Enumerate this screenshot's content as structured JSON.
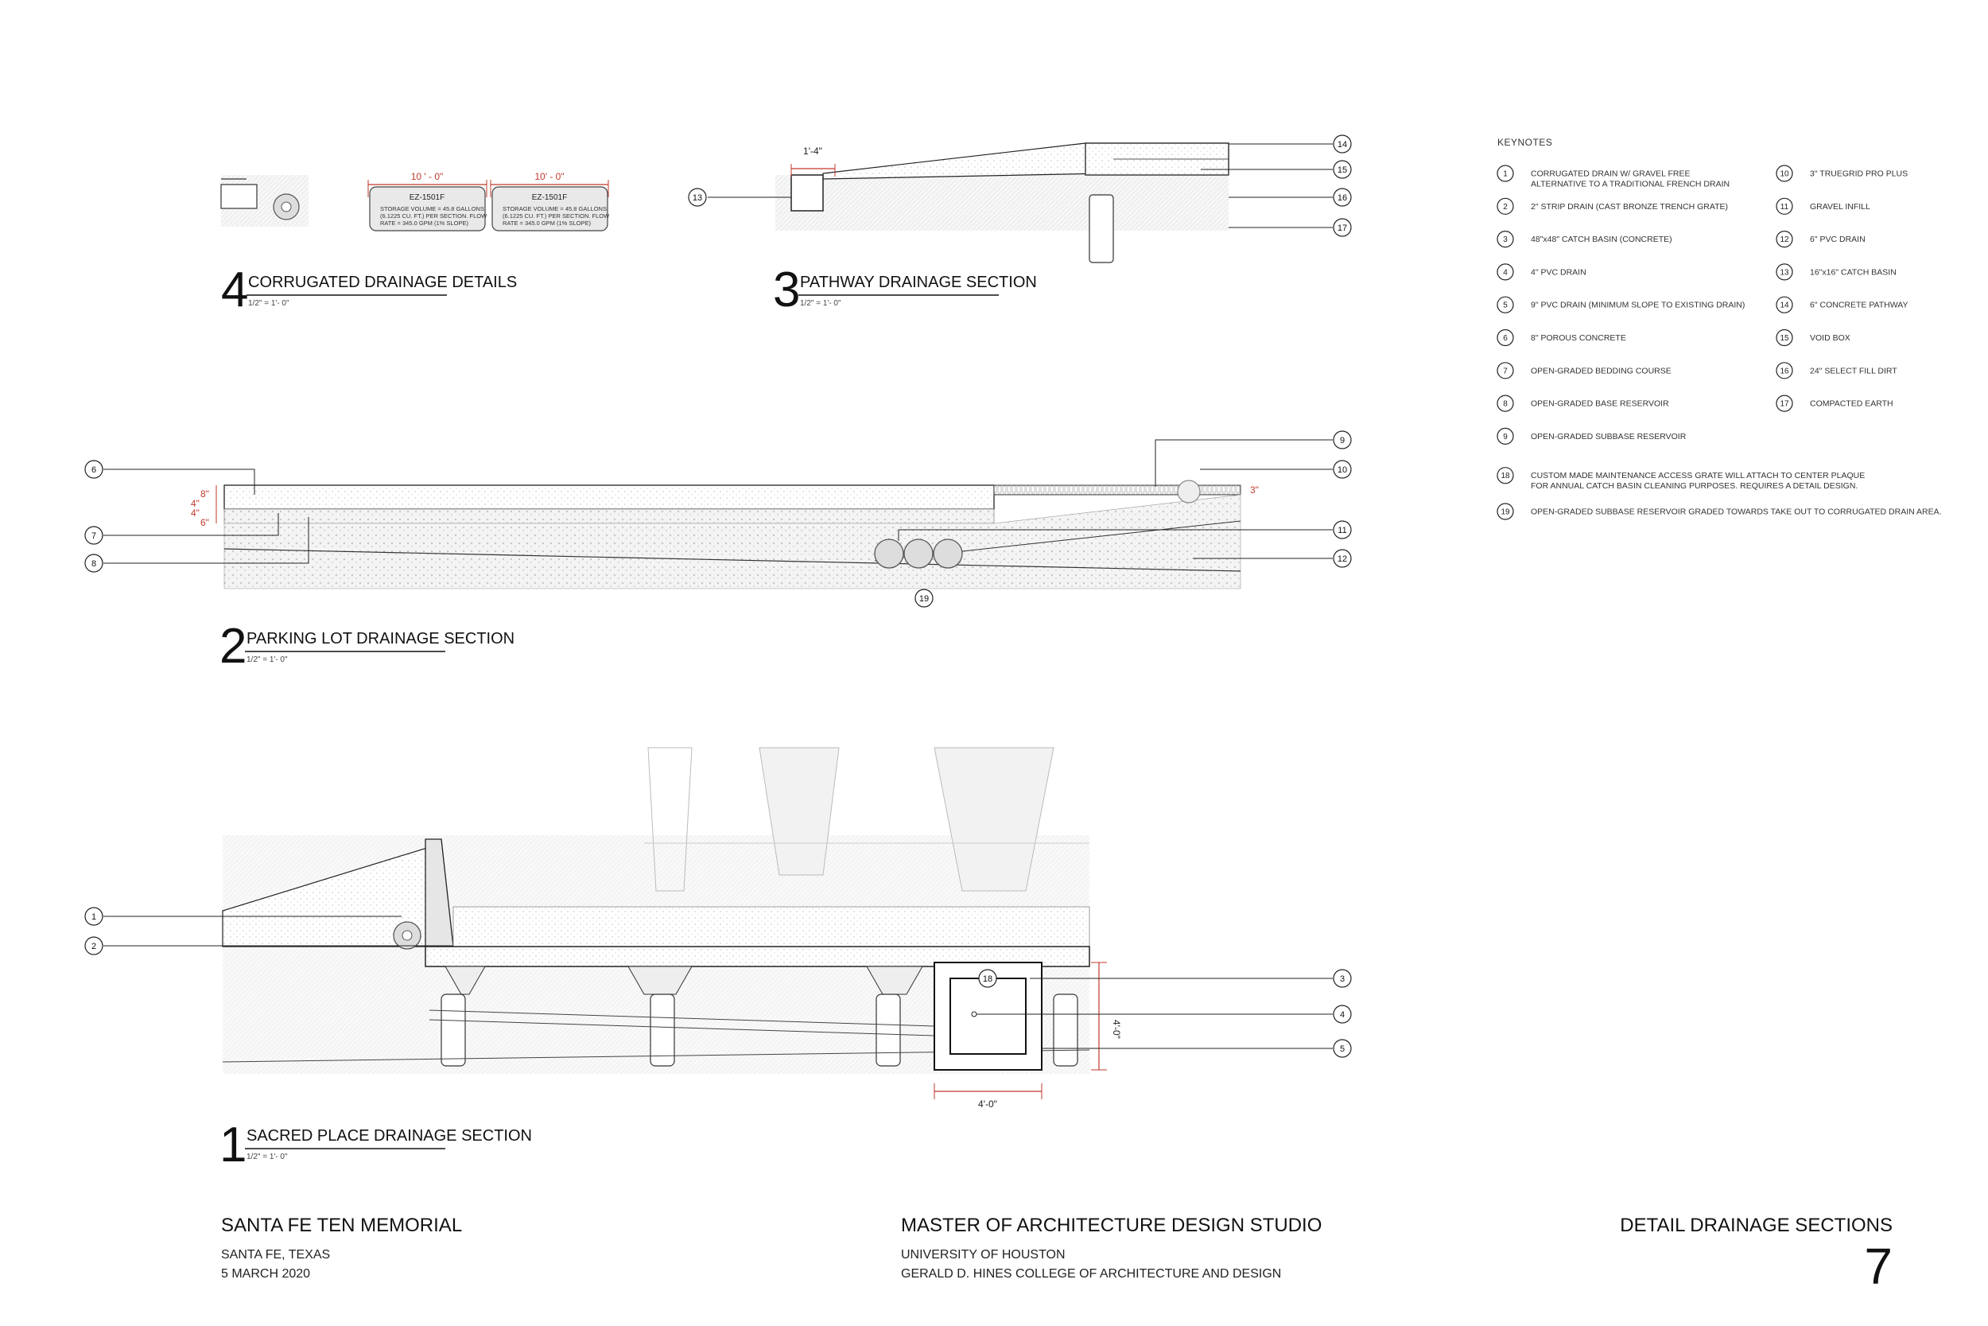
{
  "keynotes": {
    "title": "KEYNOTES",
    "items": [
      {
        "n": "1",
        "text": [
          "CORRUGATED DRAIN W/ GRAVEL FREE",
          "ALTERNATIVE TO A TRADITIONAL FRENCH DRAIN"
        ]
      },
      {
        "n": "2",
        "text": [
          "2\" STRIP DRAIN (CAST BRONZE TRENCH GRATE)"
        ]
      },
      {
        "n": "3",
        "text": [
          "48\"x48\" CATCH BASIN (CONCRETE)"
        ]
      },
      {
        "n": "4",
        "text": [
          "4\" PVC DRAIN"
        ]
      },
      {
        "n": "5",
        "text": [
          "9\" PVC DRAIN (MINIMUM SLOPE TO EXISTING DRAIN)"
        ]
      },
      {
        "n": "6",
        "text": [
          "8\" POROUS CONCRETE"
        ]
      },
      {
        "n": "7",
        "text": [
          "OPEN-GRADED BEDDING COURSE"
        ]
      },
      {
        "n": "8",
        "text": [
          "OPEN-GRADED BASE RESERVOIR"
        ]
      },
      {
        "n": "9",
        "text": [
          "OPEN-GRADED SUBBASE RESERVOIR"
        ]
      },
      {
        "n": "10",
        "text": [
          "3\" TRUEGRID PRO PLUS"
        ]
      },
      {
        "n": "11",
        "text": [
          "GRAVEL INFILL"
        ]
      },
      {
        "n": "12",
        "text": [
          "6\" PVC DRAIN"
        ]
      },
      {
        "n": "13",
        "text": [
          "16\"x16\" CATCH BASIN"
        ]
      },
      {
        "n": "14",
        "text": [
          "6\" CONCRETE PATHWAY"
        ]
      },
      {
        "n": "15",
        "text": [
          "VOID BOX"
        ]
      },
      {
        "n": "16",
        "text": [
          "24\" SELECT FILL DIRT"
        ]
      },
      {
        "n": "17",
        "text": [
          "COMPACTED EARTH"
        ]
      },
      {
        "n": "18",
        "text": [
          "CUSTOM MADE MAINTENANCE ACCESS GRATE WILL ATTACH TO CENTER PLAQUE",
          "FOR ANNUAL CATCH BASIN CLEANING PURPOSES. REQUIRES A DETAIL DESIGN."
        ]
      },
      {
        "n": "19",
        "text": [
          "OPEN-GRADED SUBBASE RESERVOIR GRADED TOWARDS TAKE OUT TO CORRUGATED DRAIN AREA."
        ]
      }
    ]
  },
  "details": {
    "d4": {
      "number": "4",
      "title": "CORRUGATED DRAINAGE DETAILS",
      "scale": "1/2\" = 1'- 0\""
    },
    "d3": {
      "number": "3",
      "title": "PATHWAY DRAINAGE SECTION",
      "scale": "1/2\" = 1'- 0\""
    },
    "d2": {
      "number": "2",
      "title": "PARKING LOT DRAINAGE SECTION",
      "scale": "1/2\" = 1'- 0\""
    },
    "d1": {
      "number": "1",
      "title": "SACRED PLACE DRAINAGE SECTION",
      "scale": "1/2\" = 1'- 0\""
    }
  },
  "detail4": {
    "dim_left": "10 ' - 0\"",
    "dim_right": "10' - 0\"",
    "unit_left": "EZ-1501F",
    "unit_right": "EZ-1501F",
    "note": [
      "STORAGE VOLUME = 45.8 GALLONS",
      "(6.1225 CU. FT.) PER SECTION. FLOW",
      "RATE = 345.0 GPM (1% SLOPE)"
    ]
  },
  "detail3": {
    "dim": "1'-4\"",
    "callouts": [
      "13",
      "14",
      "15",
      "16",
      "17"
    ]
  },
  "detail2": {
    "dims": [
      "8\"",
      "4\"",
      "4\"",
      "6\""
    ],
    "dim_right": "3\"",
    "callouts_left": [
      "6",
      "7",
      "8"
    ],
    "callouts_right": [
      "9",
      "10",
      "11",
      "12"
    ],
    "callout_bottom": "19"
  },
  "detail1": {
    "dim_h": "4'-0\"",
    "dim_v": "4'-0\"",
    "callouts_left": [
      "1",
      "2"
    ],
    "callouts_right": [
      "3",
      "4",
      "5"
    ],
    "callout_inner": "18"
  },
  "titleblock": {
    "project": "SANTA FE TEN MEMORIAL",
    "location": "SANTA FE, TEXAS",
    "date": "5 MARCH 2020",
    "studio": "MASTER OF ARCHITECTURE DESIGN STUDIO",
    "university": "UNIVERSITY OF HOUSTON",
    "college": "GERALD D. HINES COLLEGE OF ARCHITECTURE AND DESIGN",
    "sheet_title": "DETAIL DRAINAGE SECTIONS",
    "sheet_number": "7"
  },
  "colors": {
    "line": "#222222",
    "dimension": "#c0392b",
    "hatch": "#cfcfcf"
  }
}
